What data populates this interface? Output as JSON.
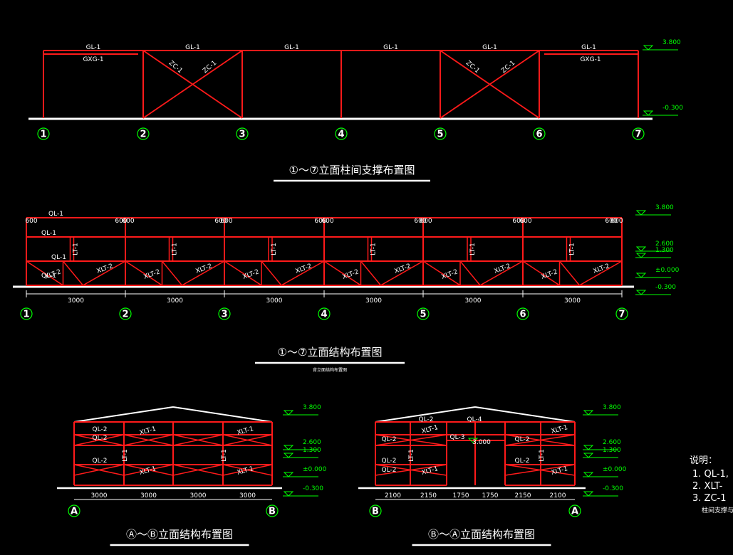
{
  "drawing1": {
    "title": "①～⑦立面柱间支撑布置图",
    "axes": [
      "1",
      "2",
      "3",
      "4",
      "5",
      "6",
      "7"
    ],
    "beam_labels": [
      "GL-1",
      "GL-1",
      "GL-1",
      "GL-1",
      "GL-1",
      "GL-1"
    ],
    "gxg_labels": [
      "GXG-1",
      "GXG-1"
    ],
    "brace_labels": [
      "ZC-1",
      "ZC-1",
      "ZC-1",
      "ZC-1"
    ],
    "levels": [
      "3.800",
      "-0.300"
    ]
  },
  "drawing2": {
    "title": "①～⑦立面结构布置图",
    "subtitle": "背立面结构布置图",
    "axes": [
      "1",
      "2",
      "3",
      "4",
      "5",
      "6",
      "7"
    ],
    "dims": [
      "3000",
      "3000",
      "3000",
      "3000",
      "3000",
      "3000"
    ],
    "ql_labels": [
      "QL-1",
      "QL-1",
      "QL-1",
      "QL-1"
    ],
    "xlt_label": "XLT-2",
    "lt_label": "LT-1",
    "gap_labels": [
      "600",
      "600",
      "600",
      "600",
      "600",
      "600",
      "600",
      "600",
      "600",
      "600",
      "600",
      "600",
      "600"
    ],
    "levels": [
      "3.800",
      "2.600",
      "1.300",
      "±0.000",
      "-0.300"
    ]
  },
  "drawing3": {
    "title": "Ⓐ～Ⓑ立面结构布置图",
    "axes": [
      "A",
      "B"
    ],
    "dims": [
      "3000",
      "3000",
      "3000",
      "3000"
    ],
    "ql_label": "QL-2",
    "xlt_label": "XLT-1",
    "lt_label": "LT-1",
    "levels": [
      "3.800",
      "2.600",
      "1.300",
      "±0.000",
      "-0.300"
    ]
  },
  "drawing4": {
    "title": "Ⓑ～Ⓐ立面结构布置图",
    "axes": [
      "B",
      "A"
    ],
    "dims": [
      "2100",
      "2150",
      "1750",
      "1750",
      "2150",
      "2100"
    ],
    "ql_label": "QL-2",
    "ql4_label": "QL-4",
    "ql3_label": "QL-3",
    "ql3_level": "3.000",
    "xlt_label": "XLT-1",
    "lt_label": "LT-1",
    "levels": [
      "3.800",
      "2.600",
      "1.300",
      "±0.000",
      "-0.300"
    ]
  },
  "notes": {
    "heading": "说明：",
    "items": [
      "1. QL-1,",
      "2. XLT-",
      "3. ZC-1"
    ],
    "footer": "柱间支撑与"
  }
}
